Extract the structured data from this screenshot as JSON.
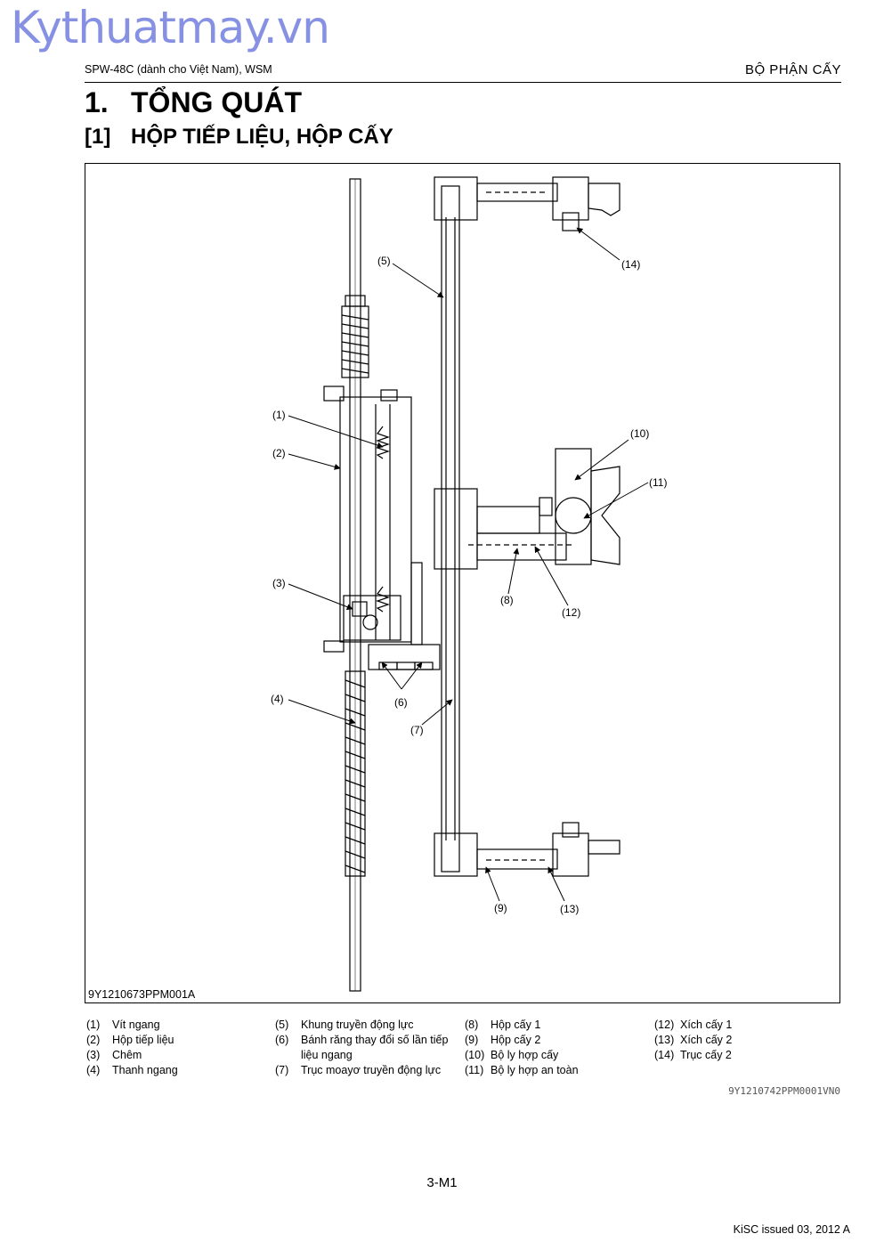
{
  "watermark": "Kythuatmay.vn",
  "header": {
    "left": "SPW-48C (dành cho Việt Nam), WSM",
    "right": "BỘ PHẬN CẤY"
  },
  "heading1": {
    "num": "1.",
    "text": "TỔNG QUÁT"
  },
  "heading2": {
    "num": "[1]",
    "text": "HỘP TIẾP LIỆU, HỘP CẤY"
  },
  "figure": {
    "code": "9Y1210673PPM001A",
    "callouts": [
      "(1)",
      "(2)",
      "(3)",
      "(4)",
      "(5)",
      "(6)",
      "(7)",
      "(8)",
      "(9)",
      "(10)",
      "(11)",
      "(12)",
      "(13)",
      "(14)"
    ]
  },
  "legend": {
    "col1": [
      {
        "n": "(1)",
        "t": "Vít ngang"
      },
      {
        "n": "(2)",
        "t": "Hộp tiếp liệu"
      },
      {
        "n": "(3)",
        "t": "Chêm"
      },
      {
        "n": "(4)",
        "t": "Thanh ngang"
      }
    ],
    "col2": [
      {
        "n": "(5)",
        "t": "Khung truyền động lực"
      },
      {
        "n": "(6)",
        "t": "Bánh răng thay đổi số lần tiếp liệu ngang"
      },
      {
        "n": "(7)",
        "t": "Trục moayơ truyền động lực"
      }
    ],
    "col3": [
      {
        "n": "(8)",
        "t": "Hộp cấy 1"
      },
      {
        "n": "(9)",
        "t": "Hộp cấy 2"
      },
      {
        "n": "(10)",
        "t": "Bộ ly hợp cấy"
      },
      {
        "n": "(11)",
        "t": "Bộ ly hợp an toàn"
      }
    ],
    "col4": [
      {
        "n": "(12)",
        "t": "Xích cấy 1"
      },
      {
        "n": "(13)",
        "t": "Xích cấy 2"
      },
      {
        "n": "(14)",
        "t": "Trục cấy 2"
      }
    ]
  },
  "ref_code": "9Y1210742PPM0001VN0",
  "page_number": "3-M1",
  "footer": "KiSC issued 03, 2012 A"
}
